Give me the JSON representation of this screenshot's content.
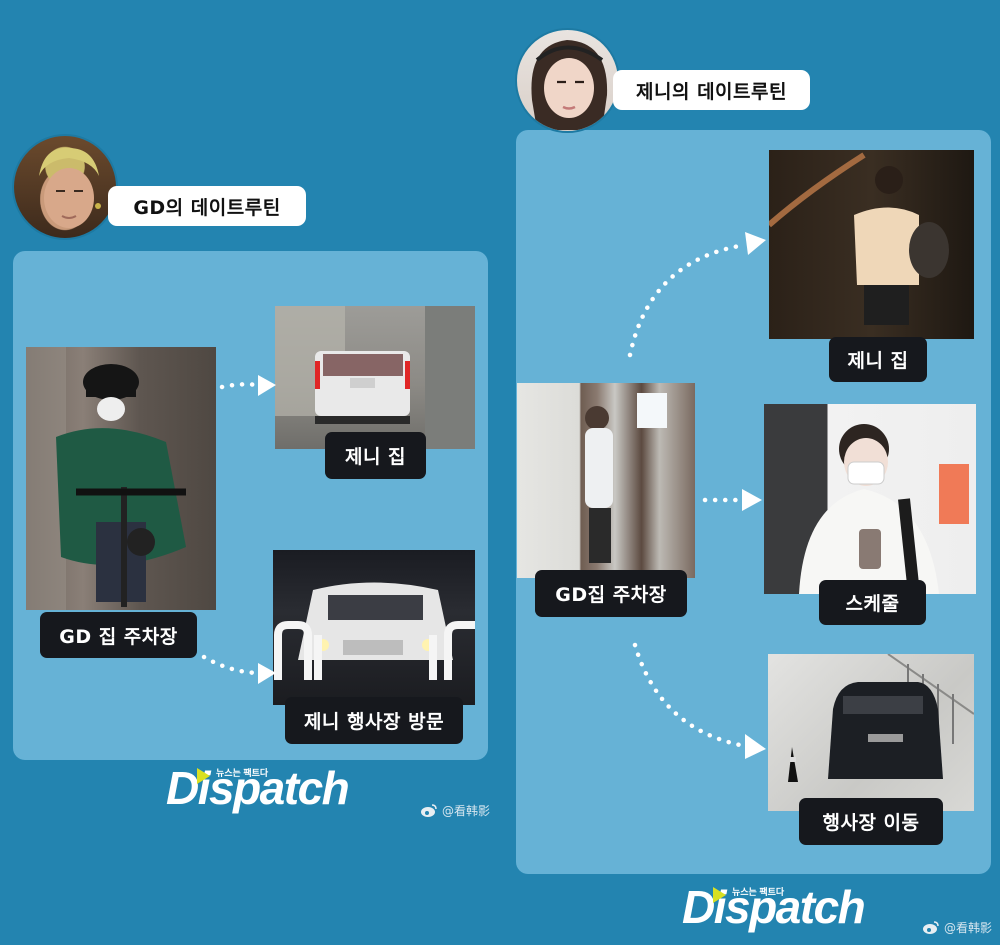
{
  "colors": {
    "background": "#2384b0",
    "panel": "#66b2d6",
    "label_bg": "#16181d",
    "label_text": "#ffffff",
    "bubble_bg": "#ffffff",
    "logo_accent": "#d9e021"
  },
  "gd_section": {
    "title": "GD의 데이트루틴",
    "avatar": "gd-portrait",
    "start": {
      "label": "GD 집 주차장",
      "photo": "gd-on-scooter"
    },
    "destinations": [
      {
        "label": "제니 집",
        "photo": "white-suv-rear"
      },
      {
        "label": "제니 행사장 방문",
        "photo": "white-suv-front-night"
      }
    ]
  },
  "jennie_section": {
    "title": "제니의 데이트루틴",
    "avatar": "jennie-portrait",
    "start": {
      "label": "GD집 주차장",
      "photo": "jennie-at-door"
    },
    "destinations": [
      {
        "label": "제니 집",
        "photo": "jennie-night-backpack"
      },
      {
        "label": "스케줄",
        "photo": "jennie-mask-coffee"
      },
      {
        "label": "행사장 이동",
        "photo": "black-van-cone"
      }
    ]
  },
  "branding": [
    {
      "logo": "Dispatch",
      "tagline": "뉴스는 팩트다",
      "watermark": "@看韩影"
    },
    {
      "logo": "Dispatch",
      "tagline": "뉴스는 팩트다",
      "watermark": "@看韩影"
    }
  ]
}
